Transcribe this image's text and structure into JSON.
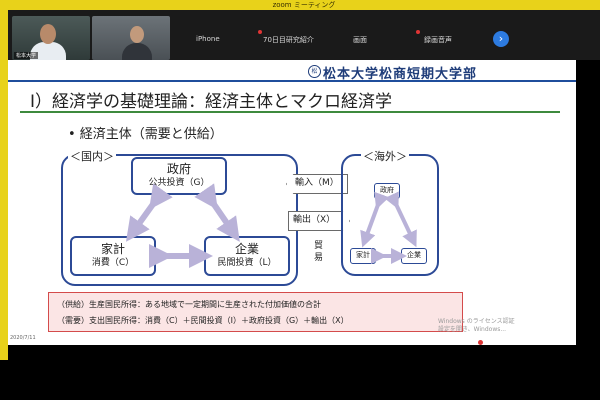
{
  "window": {
    "title": "zoom ミーティング"
  },
  "participants": [
    {
      "name": "松本大学",
      "skin": "#b88a6a",
      "shirt": "#e8edf2"
    },
    {
      "name": "",
      "skin": "#c29a7c",
      "shirt": "#30343a"
    }
  ],
  "toolbar": {
    "tabs": [
      {
        "label": "iPhone"
      },
      {
        "label": "70日目研究紹介"
      },
      {
        "label": "画面"
      },
      {
        "label": "録画音声"
      }
    ],
    "action_icon": "chevron-right-icon"
  },
  "slide": {
    "school": "松本大学松商短期大学部",
    "title": "Ⅰ）経済学の基礎理論：経済主体とマクロ経済学",
    "bullet": "• 経済主体（需要と供給）",
    "domestic_label": "＜国内＞",
    "foreign_label": "＜海外＞",
    "nodes": {
      "government": {
        "main": "政府",
        "sub": "公共投資（G）"
      },
      "household": {
        "main": "家計",
        "sub": "消費（C）"
      },
      "firm": {
        "main": "企業",
        "sub": "民間投資（L）"
      }
    },
    "foreign_nodes": {
      "government": "政府",
      "household": "家計",
      "firm": "企業"
    },
    "trade": {
      "import": "輸入（M）",
      "export": "輸出（X）",
      "side_label": "貿易"
    },
    "definitions": {
      "supply": "（供給）生産国民所得：ある地域で一定期間に生産された付加価値の合計",
      "demand": "（需要）支出国民所得：消費（C）＋民間投資（I）＋政府投資（G）＋輸出（X）"
    },
    "watermark": "Windows のライセンス認証\n設定を開き、Windows...",
    "page": "2020/7/11"
  },
  "colors": {
    "accent": "#2c4a96",
    "arrow": "#b9b2d8",
    "definition_bg": "#fbe5e5",
    "definition_border": "#d44b4b",
    "rule": "#3d8a3d"
  }
}
